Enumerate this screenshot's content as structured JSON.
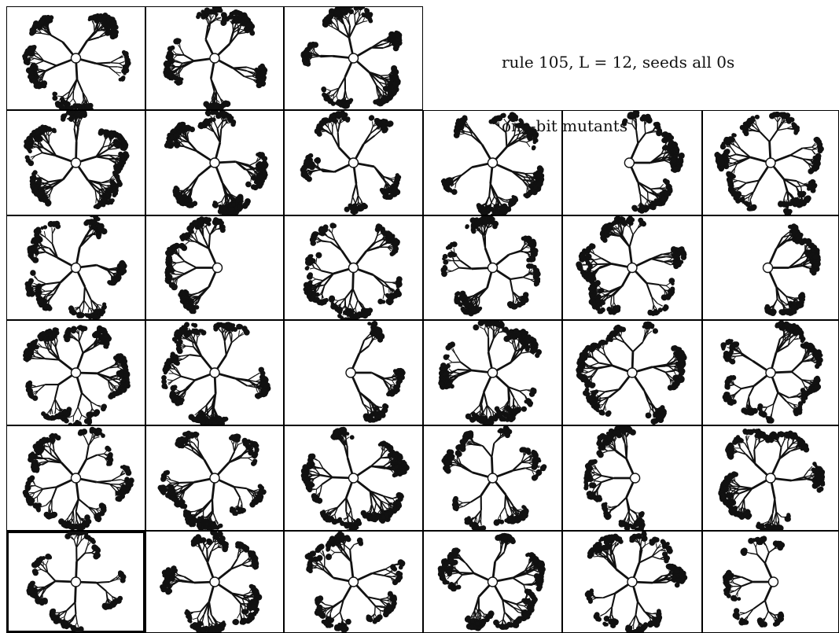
{
  "caption": {
    "line1": "rule 105, L = 12, seeds all 0s",
    "line2": "one-bit mutants"
  },
  "grid": {
    "rows": 6,
    "cols": 6,
    "first_row_cells": 3,
    "highlighted_cell": {
      "row": 5,
      "col": 0
    }
  },
  "cells": [
    {
      "row": 0,
      "col": 0,
      "center": "middle",
      "spread": 5
    },
    {
      "row": 0,
      "col": 1,
      "center": "middle",
      "spread": 5
    },
    {
      "row": 0,
      "col": 2,
      "center": "middle",
      "spread": 5
    },
    {
      "row": 1,
      "col": 0,
      "center": "middle",
      "spread": 5
    },
    {
      "row": 1,
      "col": 1,
      "center": "middle",
      "spread": 5
    },
    {
      "row": 1,
      "col": 2,
      "center": "middle",
      "spread": 5
    },
    {
      "row": 1,
      "col": 3,
      "center": "middle",
      "spread": 5
    },
    {
      "row": 1,
      "col": 4,
      "center": "left",
      "spread": 3
    },
    {
      "row": 1,
      "col": 5,
      "center": "middle",
      "spread": 5
    },
    {
      "row": 2,
      "col": 0,
      "center": "middle",
      "spread": 5
    },
    {
      "row": 2,
      "col": 1,
      "center": "right",
      "spread": 3
    },
    {
      "row": 2,
      "col": 2,
      "center": "middle",
      "spread": 5
    },
    {
      "row": 2,
      "col": 3,
      "center": "middle",
      "spread": 5
    },
    {
      "row": 2,
      "col": 4,
      "center": "middle",
      "spread": 5
    },
    {
      "row": 2,
      "col": 5,
      "center": "left",
      "spread": 3
    },
    {
      "row": 3,
      "col": 0,
      "center": "middle",
      "spread": 5
    },
    {
      "row": 3,
      "col": 1,
      "center": "middle",
      "spread": 5
    },
    {
      "row": 3,
      "col": 2,
      "center": "left",
      "spread": 3
    },
    {
      "row": 3,
      "col": 3,
      "center": "middle",
      "spread": 5
    },
    {
      "row": 3,
      "col": 4,
      "center": "middle",
      "spread": 5
    },
    {
      "row": 3,
      "col": 5,
      "center": "middle",
      "spread": 5
    },
    {
      "row": 4,
      "col": 0,
      "center": "middle",
      "spread": 5
    },
    {
      "row": 4,
      "col": 1,
      "center": "middle",
      "spread": 5
    },
    {
      "row": 4,
      "col": 2,
      "center": "middle",
      "spread": 5
    },
    {
      "row": 4,
      "col": 3,
      "center": "middle",
      "spread": 5
    },
    {
      "row": 4,
      "col": 4,
      "center": "right",
      "spread": 3
    },
    {
      "row": 4,
      "col": 5,
      "center": "middle",
      "spread": 5
    },
    {
      "row": 5,
      "col": 0,
      "center": "middle",
      "spread": 4
    },
    {
      "row": 5,
      "col": 1,
      "center": "middle",
      "spread": 5
    },
    {
      "row": 5,
      "col": 2,
      "center": "middle",
      "spread": 5
    },
    {
      "row": 5,
      "col": 3,
      "center": "middle",
      "spread": 5
    },
    {
      "row": 5,
      "col": 4,
      "center": "middle",
      "spread": 5
    },
    {
      "row": 5,
      "col": 5,
      "center": "right",
      "spread": 3
    }
  ]
}
